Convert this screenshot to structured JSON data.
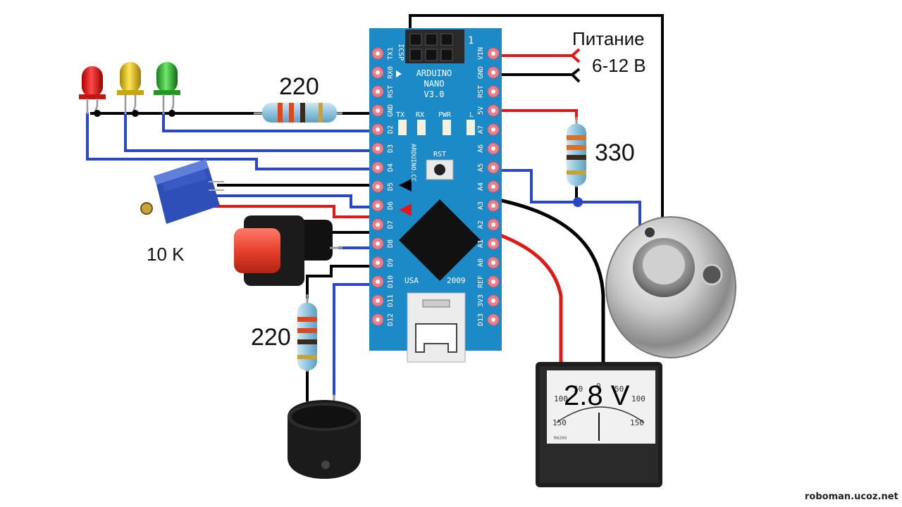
{
  "labels": {
    "power_title": "Питание",
    "power_range": "6-12 В",
    "resistor_top": "220",
    "resistor_right": "330",
    "pot_value": "10 K",
    "resistor_bottom": "220",
    "voltmeter_reading": "2.8 V",
    "watermark": "roboman.ucoz.net"
  },
  "board": {
    "name": "ARDUINO",
    "model": "NANO",
    "version": "V3.0",
    "icsp": "ICSP",
    "icsp_pin1": "1",
    "chip_text": "ARDUINO.CC",
    "country": "USA",
    "year": "2009",
    "rst_button": "RST",
    "leds": [
      "TX",
      "RX",
      "PWR",
      "L"
    ],
    "left_pins": [
      "TX1",
      "RX0",
      "RST",
      "GND",
      "D2",
      "D3",
      "D4",
      "D5",
      "D6",
      "D7",
      "D8",
      "D9",
      "D10",
      "D11",
      "D12"
    ],
    "right_pins": [
      "VIN",
      "GND",
      "RST",
      "5V",
      "A7",
      "A6",
      "A5",
      "A4",
      "A3",
      "A2",
      "A1",
      "A0",
      "REF",
      "3V3",
      "D13"
    ]
  },
  "meter": {
    "scale": [
      "150",
      "100",
      "50",
      "0",
      "50",
      "100",
      "150"
    ],
    "footer": "M4200"
  },
  "colors": {
    "board": "#1d8ac8",
    "pad": "#e8808c",
    "wire_red": "#e01818",
    "wire_black": "#000000",
    "wire_blue": "#2a47c8",
    "led_red": "#e21a1a",
    "led_yellow": "#e6c21a",
    "led_green": "#2fb52f"
  }
}
